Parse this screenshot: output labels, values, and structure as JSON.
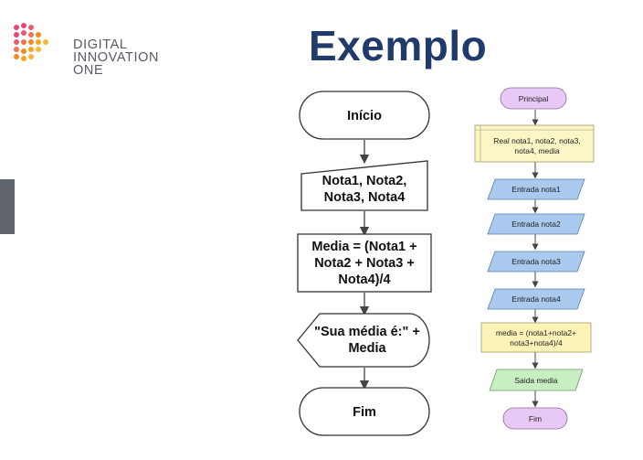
{
  "brand": {
    "name_lines": [
      "DIGITAL",
      "INNOVATION",
      "ONE"
    ],
    "logo_icon": "dotted-play-arrow-logo",
    "colors": {
      "orange": "#f18a1f",
      "pink": "#e5457b",
      "gray": "#555a63"
    }
  },
  "slide": {
    "title": "Exemplo",
    "title_color": "#1f3a6b"
  },
  "flowchart_left": {
    "start": "Início",
    "input": [
      "Nota1, Nota2,",
      "Nota3, Nota4"
    ],
    "process": [
      "Media = (Nota1 +",
      "Nota2 + Nota3 +",
      "Nota4)/4"
    ],
    "display": [
      "\"Sua média é:\" +",
      "Media"
    ],
    "end": "Fim"
  },
  "flowchart_right": {
    "start": "Principal",
    "declare": [
      "Real nota1, nota2, nota3,",
      "nota4, media"
    ],
    "inputs": [
      "Entrada nota1",
      "Entrada nota2",
      "Entrada nota3",
      "Entrada nota4"
    ],
    "assign": [
      "media = (nota1+nota2+",
      "nota3+nota4)/4"
    ],
    "output": "Saida media",
    "end": "Fim",
    "colors": {
      "terminal": "#e8c8f5",
      "declare": "#fbf6c6",
      "input": "#a9c9ef",
      "assign": "#fdf3b8",
      "output": "#c7efc1"
    }
  }
}
